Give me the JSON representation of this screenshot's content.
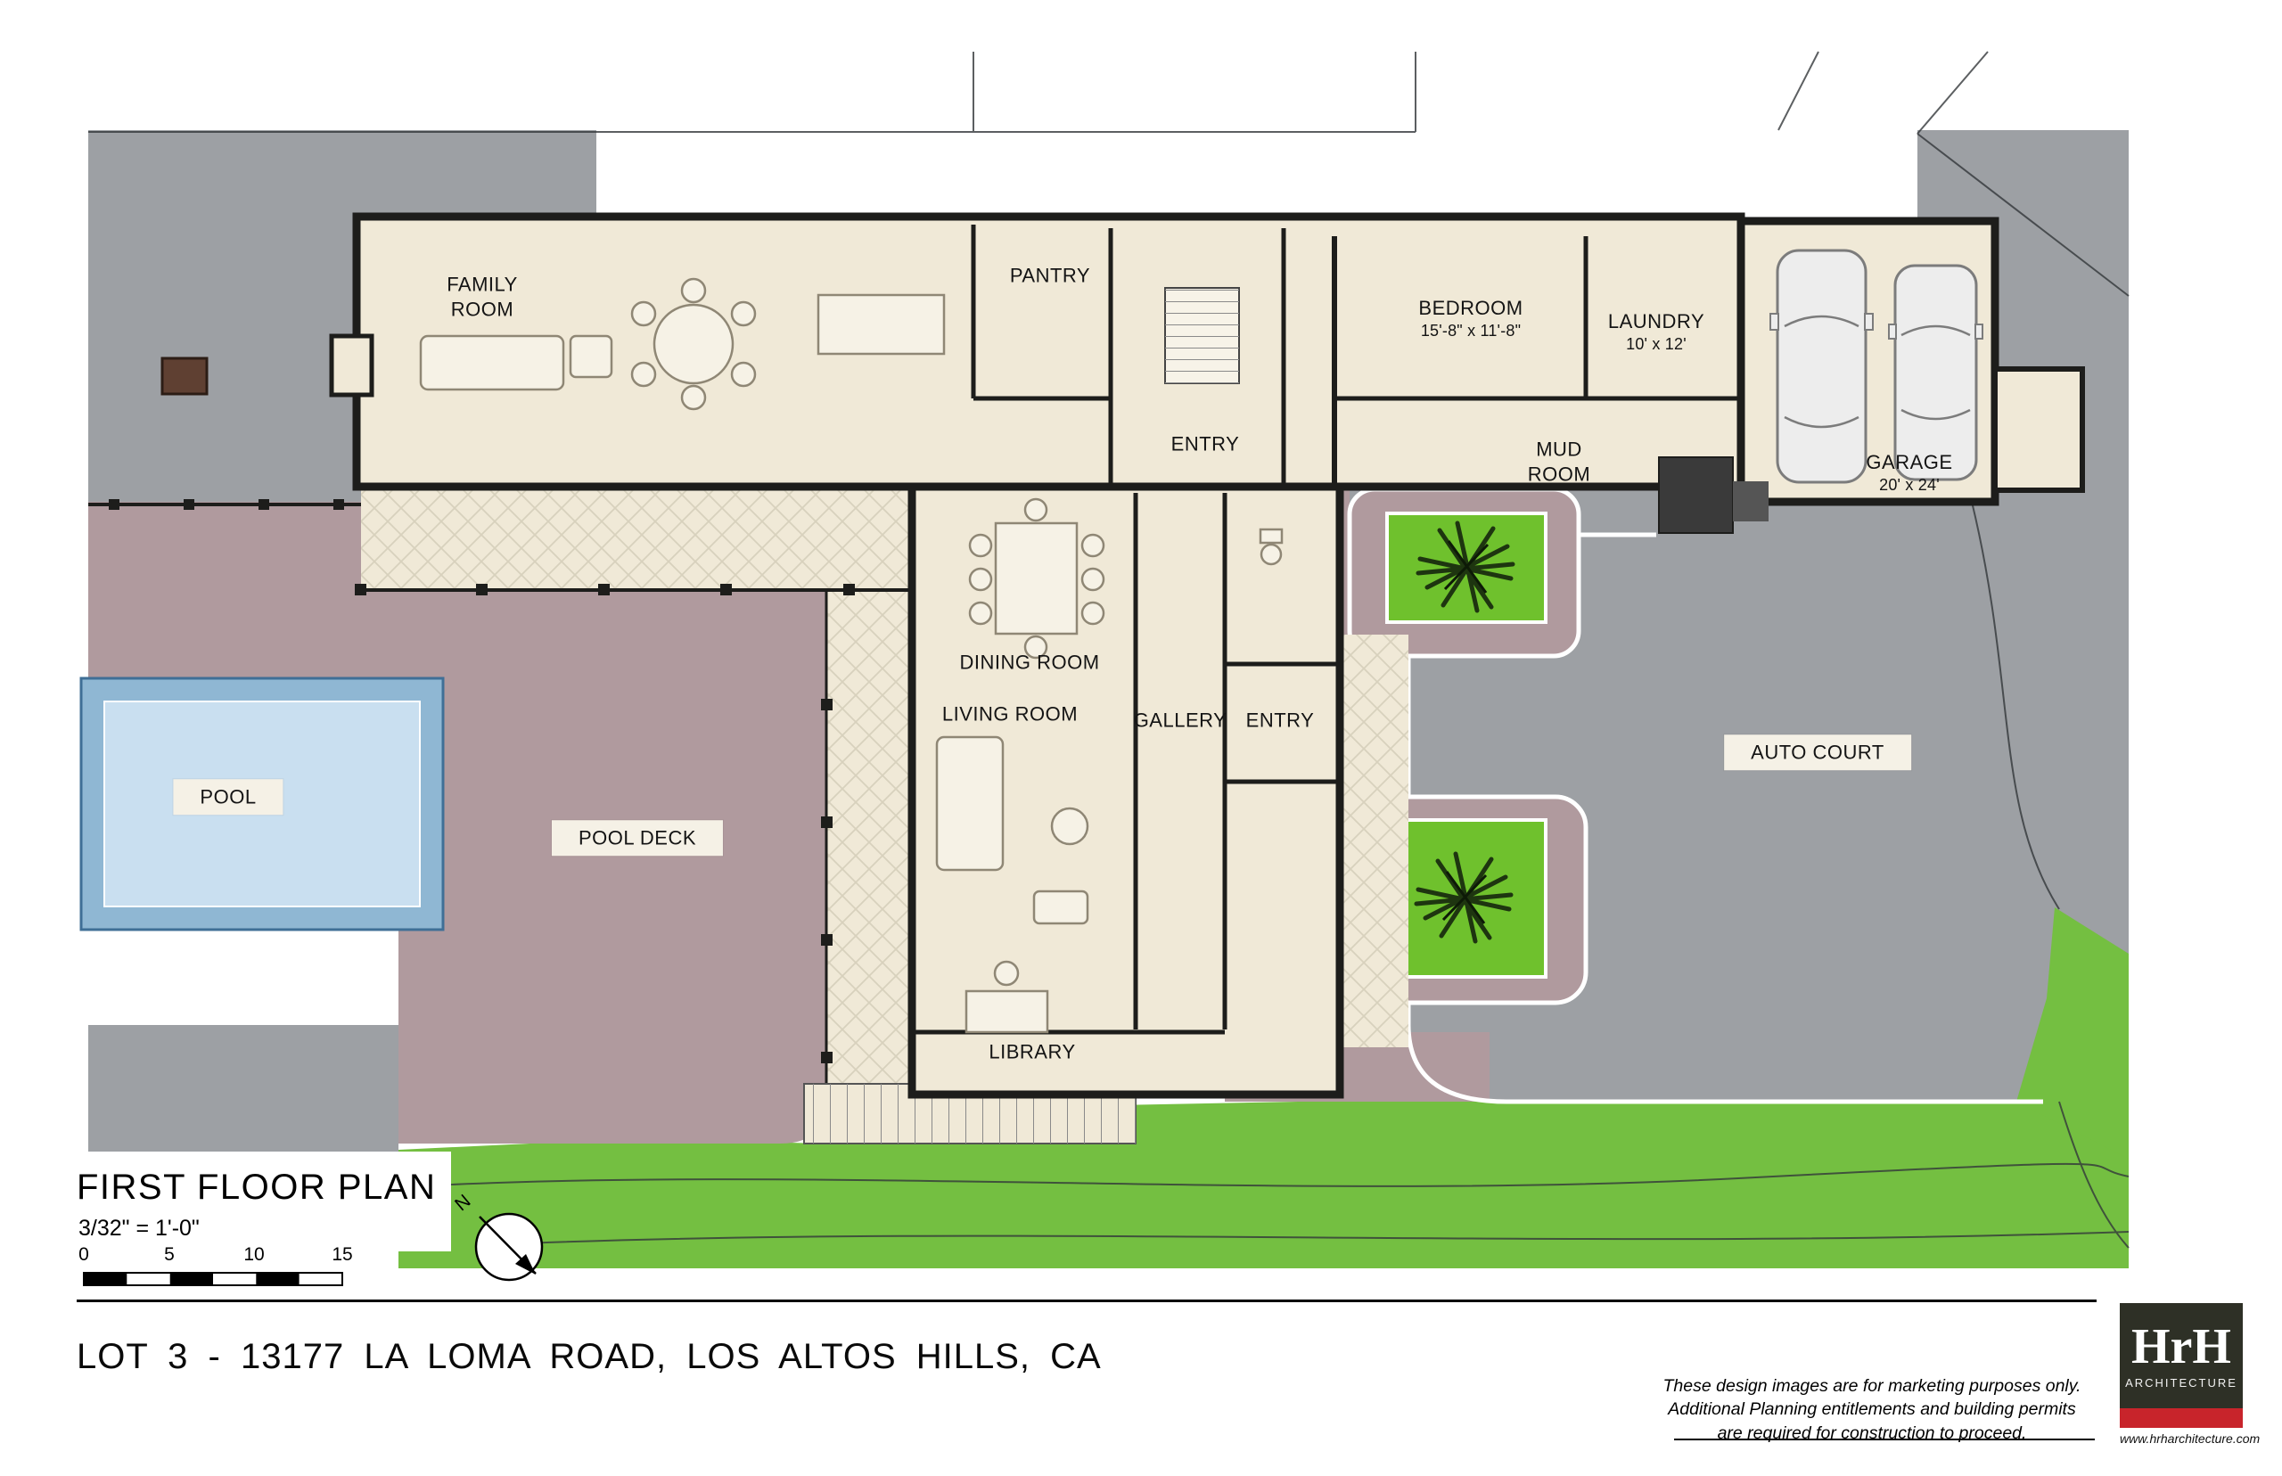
{
  "title_block": {
    "title": "FIRST FLOOR PLAN",
    "scale": "3/32\" = 1'-0\"",
    "scale_bar_labels": [
      "0",
      "5",
      "10",
      "15"
    ],
    "north": "N"
  },
  "rooms": {
    "family_room": {
      "line1": "FAMILY",
      "line2": "ROOM"
    },
    "pantry": {
      "name": "PANTRY"
    },
    "bedroom": {
      "name": "BEDROOM",
      "dims": "15'-8\" x 11'-8\""
    },
    "laundry": {
      "name": "LAUNDRY",
      "dims": "10' x 12'"
    },
    "entry_main": {
      "name": "ENTRY"
    },
    "mud_room": {
      "line1": "MUD",
      "line2": "ROOM"
    },
    "garage": {
      "name": "GARAGE",
      "dims": "20' x 24'"
    },
    "dining_room": {
      "name": "DINING ROOM"
    },
    "living_room": {
      "name": "LIVING ROOM"
    },
    "gallery": {
      "name": "GALLERY"
    },
    "entry_lower": {
      "name": "ENTRY"
    },
    "library": {
      "name": "LIBRARY"
    }
  },
  "site": {
    "pool": "POOL",
    "pool_deck": "POOL DECK",
    "auto_court": "AUTO COURT"
  },
  "footer": {
    "address": "LOT 3 - 13177 LA LOMA ROAD, LOS ALTOS HILLS, CA",
    "disclaimer": [
      "These design images are for marketing purposes only.",
      "Additional Planning entitlements and building permits",
      "are required for construction to proceed."
    ],
    "logo": {
      "name": "HrH",
      "field": "ARCHITECTURE",
      "website": "www.hrharchitecture.com"
    }
  },
  "colors": {
    "site_gray": "#9da0a4",
    "grass": "#74bf41",
    "deck": "#b09a9e",
    "building": "#f0e9d7",
    "wall": "#1d1d1b",
    "planter": "#6fc12d",
    "pool_water": "#c9dff0",
    "pool_edge": "#8fb7d3",
    "logo_bg": "#2e3026",
    "logo_red": "#c8242b"
  }
}
